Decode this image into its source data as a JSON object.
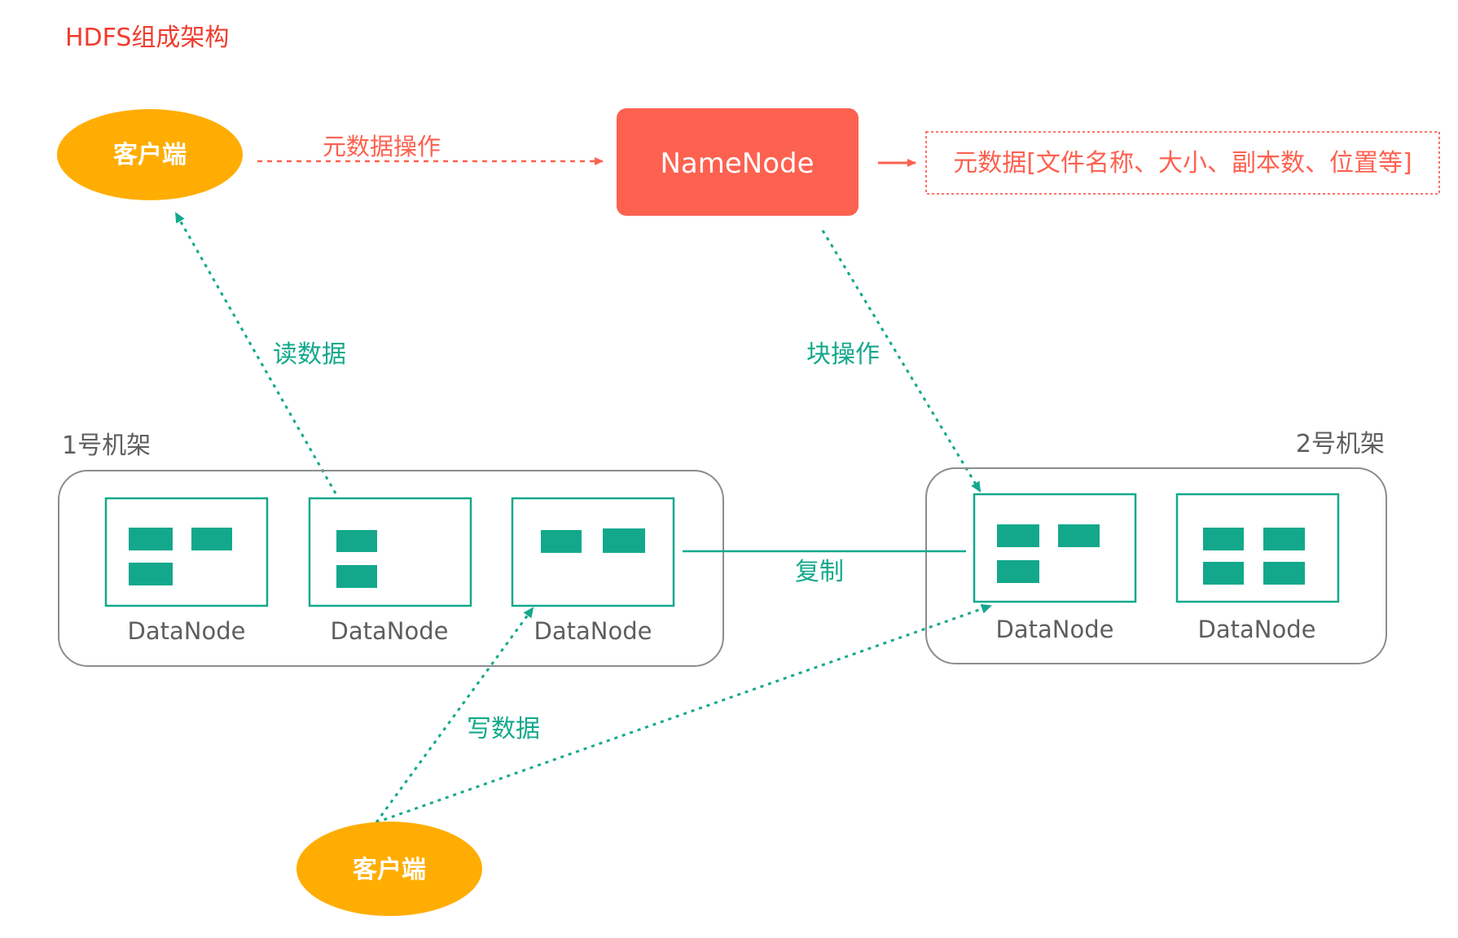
{
  "title": "HDFS组成架构",
  "client_top": {
    "label": "客户端"
  },
  "client_bottom": {
    "label": "客户端"
  },
  "namenode": {
    "label": "NameNode"
  },
  "metadata_note": "元数据[文件名称、大小、副本数、位置等]",
  "edges": {
    "metadata_op": "元数据操作",
    "read": "读数据",
    "block_op": "块操作",
    "write": "写数据",
    "replicate": "复制"
  },
  "racks": [
    {
      "label": "1号机架",
      "nodes": [
        "DataNode",
        "DataNode",
        "DataNode"
      ]
    },
    {
      "label": "2号机架",
      "nodes": [
        "DataNode",
        "DataNode"
      ]
    }
  ],
  "colors": {
    "title": "#f03c2e",
    "client": "#ffad02",
    "namenode": "#fd6150",
    "teal": "#13a88c",
    "rack_border": "#8c8c8c",
    "gray_text": "#5e5e5e"
  }
}
